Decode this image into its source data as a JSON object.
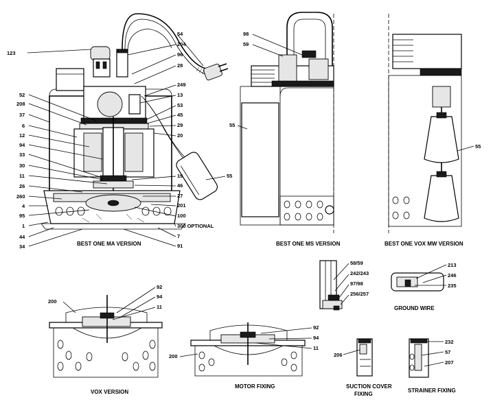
{
  "captions": {
    "ma": "BEST ONE MA VERSION",
    "ms": "BEST ONE MS VERSION",
    "vox_mw": "BEST ONE VOX MW VERSION",
    "vox": "VOX VERSION",
    "motor": "MOTOR FIXING",
    "ground": "GROUND WIRE",
    "suction_1": "SUCTION COVER",
    "suction_2": "FIXING",
    "strainer": "STRAINER FIXING"
  },
  "labels": {
    "ma_left": [
      "123",
      "52",
      "208",
      "37",
      "6",
      "12",
      "94",
      "33",
      "30",
      "11",
      "26",
      "260",
      "4",
      "95",
      "1",
      "44",
      "34"
    ],
    "ma_right": [
      "54",
      "204",
      "96",
      "28",
      "249",
      "13",
      "53",
      "45",
      "29",
      "20",
      "55",
      "19",
      "46",
      "27",
      "201",
      "100",
      "300 OPTIONAL",
      "7",
      "91"
    ],
    "ms": [
      "98",
      "59",
      "55"
    ],
    "vox_mw": [
      "55"
    ],
    "detail": [
      "58/59",
      "242/243",
      "97/98",
      "256/257"
    ],
    "ground": [
      "213",
      "246",
      "235"
    ],
    "vox": [
      "200",
      "92",
      "94",
      "11"
    ],
    "motor": [
      "92",
      "94",
      "11",
      "200"
    ],
    "suction": [
      "206"
    ],
    "strainer": [
      "232",
      "57",
      "207"
    ]
  }
}
